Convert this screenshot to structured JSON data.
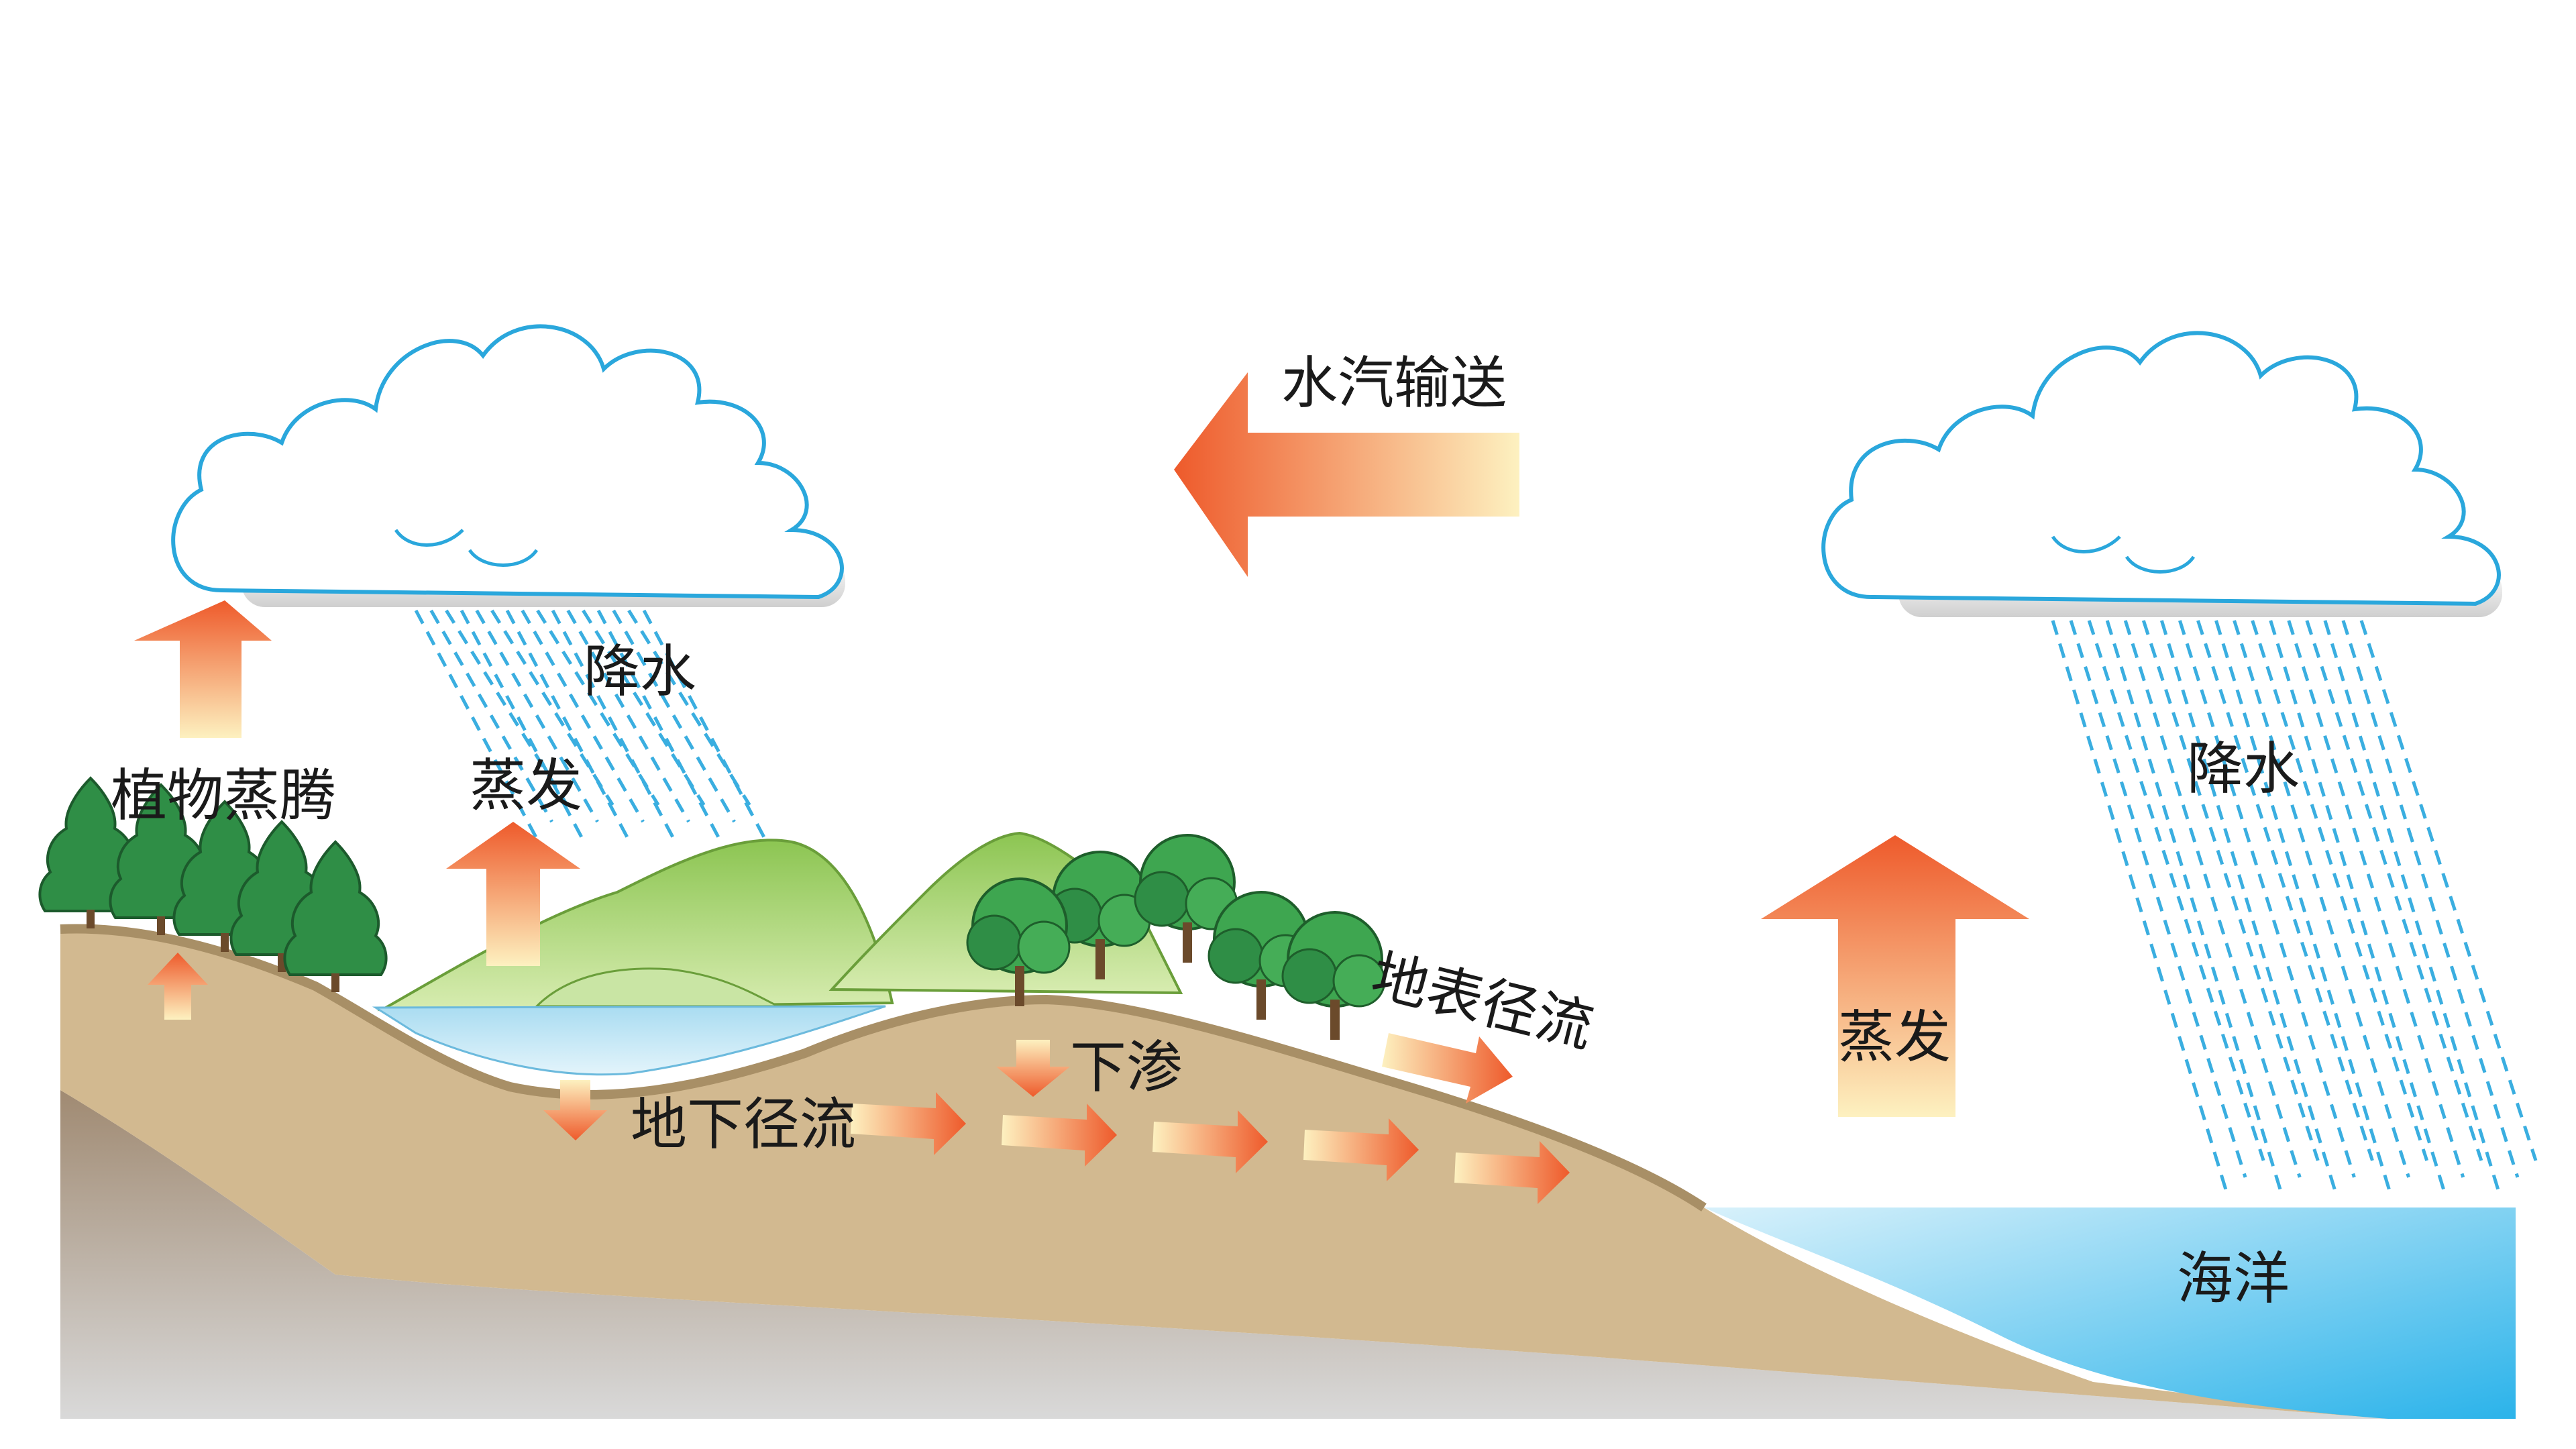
{
  "labels": {
    "vapor_transport": "水汽输送",
    "precip_land": "降水",
    "precip_sea": "降水",
    "transpiration": "植物蒸腾",
    "evap_lake": "蒸发",
    "evap_sea": "蒸发",
    "surface_runoff": "地表径流",
    "infiltration": "下渗",
    "groundwater_runoff": "地下径流",
    "ocean": "海洋"
  },
  "colors": {
    "cloud_outline": "#2aa7dc",
    "rain": "#3aaee0",
    "soil": "#d2b990",
    "soil_edge": "#a88f66",
    "bedrock": "#9a9088",
    "hill_green": "#9fce63",
    "lake": "#bfe3f3",
    "ocean": "#5ec6ee",
    "arrow_orange": "#ee5a2b",
    "arrow_yellow": "#fde8a8",
    "tree_dark": "#2f8e46"
  },
  "icons": [
    "cloud-icon",
    "up-arrow-icon",
    "left-arrow-icon",
    "right-arrow-icon",
    "down-arrow-icon",
    "tree-icon"
  ]
}
